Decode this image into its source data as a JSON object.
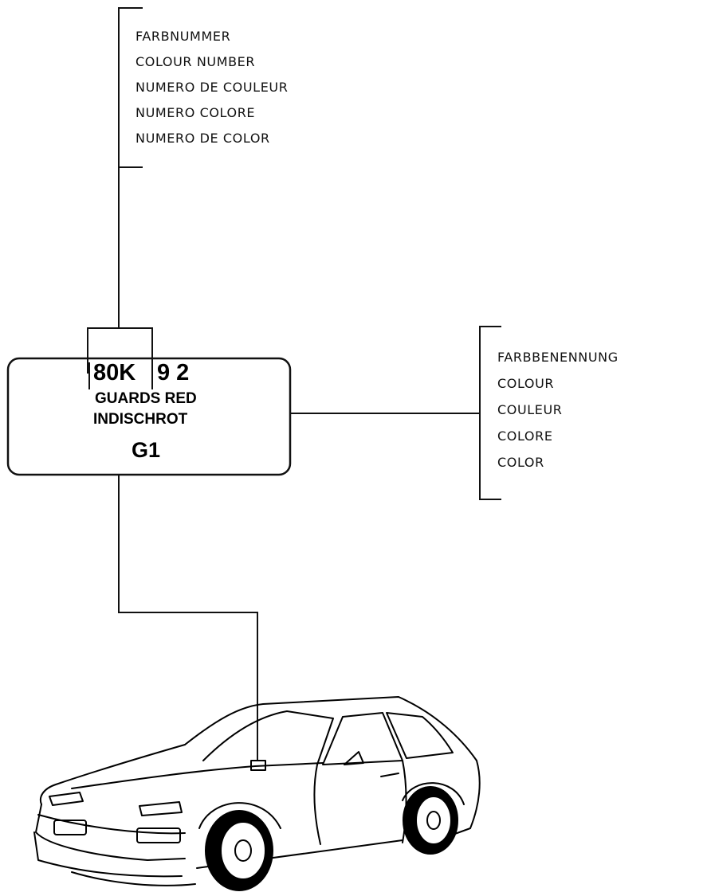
{
  "colour_number_labels": [
    "FARBNUMMER",
    "COLOUR NUMBER",
    "NUMERO DE COULEUR",
    "NUMERO COLORE",
    "NUMERO DE COLOR"
  ],
  "colour_name_labels": [
    "FARBBENENNUNG",
    "COLOUR",
    "COULEUR",
    "COLORE",
    "COLOR"
  ],
  "plate": {
    "code_part_a": "80K",
    "code_part_b": "9 2",
    "name_en": "GUARDS RED",
    "name_de": "INDISCHROT",
    "code_g": "G1"
  }
}
